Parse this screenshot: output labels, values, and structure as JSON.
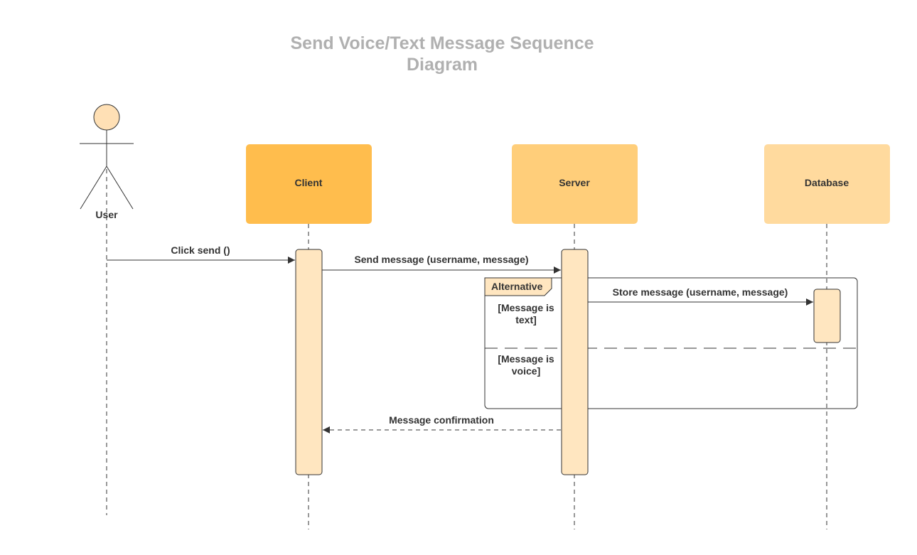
{
  "title": "Send Voice/Text Message Sequence Diagram",
  "actor": {
    "name": "User"
  },
  "participants": [
    {
      "name": "Client",
      "color": "#ffbd4d"
    },
    {
      "name": "Server",
      "color": "#ffce7a"
    },
    {
      "name": "Database",
      "color": "#ffda9e"
    }
  ],
  "messages": {
    "click_send": "Click send ()",
    "send_message": "Send message (username, message)",
    "store_message": "Store message (username, message)",
    "confirmation": "Message confirmation"
  },
  "fragment": {
    "operator": "Alternative",
    "guard_text_line1": "[Message is",
    "guard_text_line2": "text]",
    "guard_voice_line1": "[Message is",
    "guard_voice_line2": "voice]"
  },
  "colors": {
    "activation_fill": "#ffe6c0",
    "actor_head": "#ffe0b5",
    "fragment_tab": "#ffe6c0",
    "line": "#333333"
  }
}
